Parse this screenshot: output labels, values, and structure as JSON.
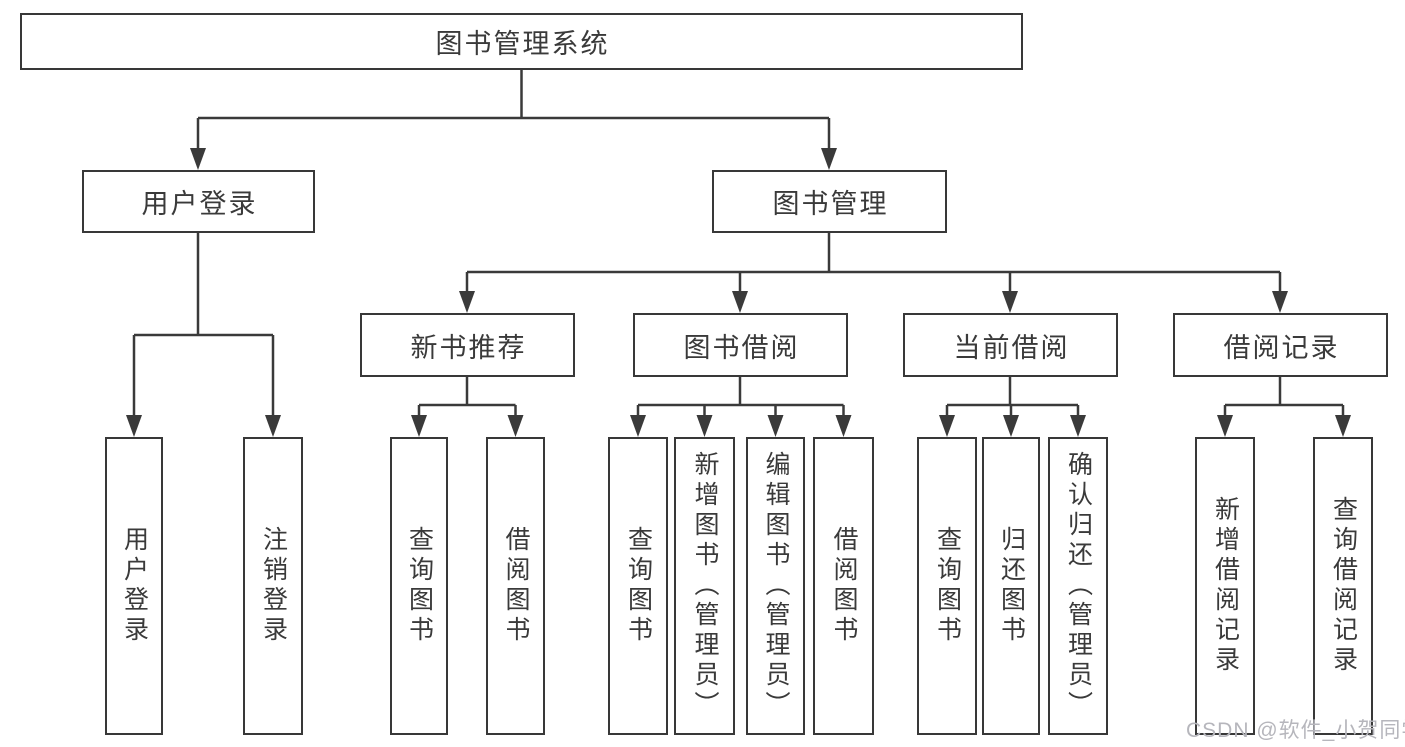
{
  "nodes": {
    "root": "图书管理系统",
    "user_login": "用户登录",
    "book_management": "图书管理",
    "new_book_recommend": "新书推荐",
    "book_borrow": "图书借阅",
    "current_borrow": "当前借阅",
    "borrow_records": "借阅记录",
    "leaf_user_login": "用户登录",
    "leaf_logout": "注销登录",
    "leaf_query_books_nb": "查询图书",
    "leaf_borrow_books_nb": "借阅图书",
    "leaf_query_books_bb": "查询图书",
    "leaf_add_book_admin": "新增图书（管理员）",
    "leaf_edit_book_admin": "编辑图书（管理员）",
    "leaf_borrow_books_bb": "借阅图书",
    "leaf_query_books_cb": "查询图书",
    "leaf_return_book": "归还图书",
    "leaf_confirm_return_admin": "确认归还（管理员）",
    "leaf_add_borrow_record": "新增借阅记录",
    "leaf_query_borrow_record": "查询借阅记录"
  },
  "hierarchy": {
    "图书管理系统": {
      "用户登录": [
        "用户登录",
        "注销登录"
      ],
      "图书管理": {
        "新书推荐": [
          "查询图书",
          "借阅图书"
        ],
        "图书借阅": [
          "查询图书",
          "新增图书（管理员）",
          "编辑图书（管理员）",
          "借阅图书"
        ],
        "当前借阅": [
          "查询图书",
          "归还图书",
          "确认归还（管理员）"
        ],
        "借阅记录": [
          "新增借阅记录",
          "查询借阅记录"
        ]
      }
    }
  },
  "watermark": "CSDN @软件_小贺同学",
  "colors": {
    "line": "#3a3a3a",
    "border": "#383838",
    "text": "#3a3a3a",
    "watermark_text": "#b6b6bc",
    "background": "#ffffff"
  }
}
